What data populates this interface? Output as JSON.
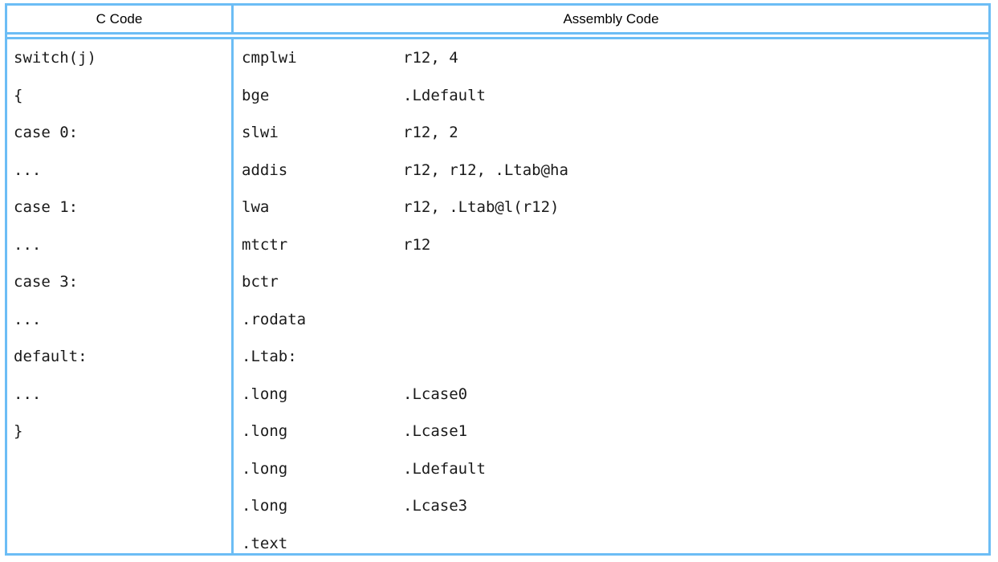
{
  "colors": {
    "rule": "#6cbdf5",
    "text": "#1a1a1a",
    "header_text": "#000000",
    "background": "#ffffff"
  },
  "table": {
    "headers": {
      "c_code": "C Code",
      "assembly_code": "Assembly Code"
    },
    "c_code_lines": [
      "switch(j)",
      "{",
      "case 0:",
      "...",
      "case 1:",
      "...",
      "case 3:",
      "...",
      "default:",
      "...",
      "}"
    ],
    "assembly_lines": [
      {
        "mnemonic": "cmplwi",
        "operand": "r12, 4"
      },
      {
        "mnemonic": "bge",
        "operand": ".Ldefault"
      },
      {
        "mnemonic": "slwi",
        "operand": "r12, 2"
      },
      {
        "mnemonic": "addis",
        "operand": "r12, r12, .Ltab@ha"
      },
      {
        "mnemonic": "lwa",
        "operand": "r12, .Ltab@l(r12)"
      },
      {
        "mnemonic": "mtctr",
        "operand": "r12"
      },
      {
        "mnemonic": "bctr",
        "operand": ""
      },
      {
        "mnemonic": ".rodata",
        "operand": ""
      },
      {
        "mnemonic": ".Ltab:",
        "operand": ""
      },
      {
        "mnemonic": ".long",
        "operand": ".Lcase0"
      },
      {
        "mnemonic": ".long",
        "operand": ".Lcase1"
      },
      {
        "mnemonic": ".long",
        "operand": ".Ldefault"
      },
      {
        "mnemonic": ".long",
        "operand": ".Lcase3"
      },
      {
        "mnemonic": ".text",
        "operand": ""
      }
    ]
  }
}
